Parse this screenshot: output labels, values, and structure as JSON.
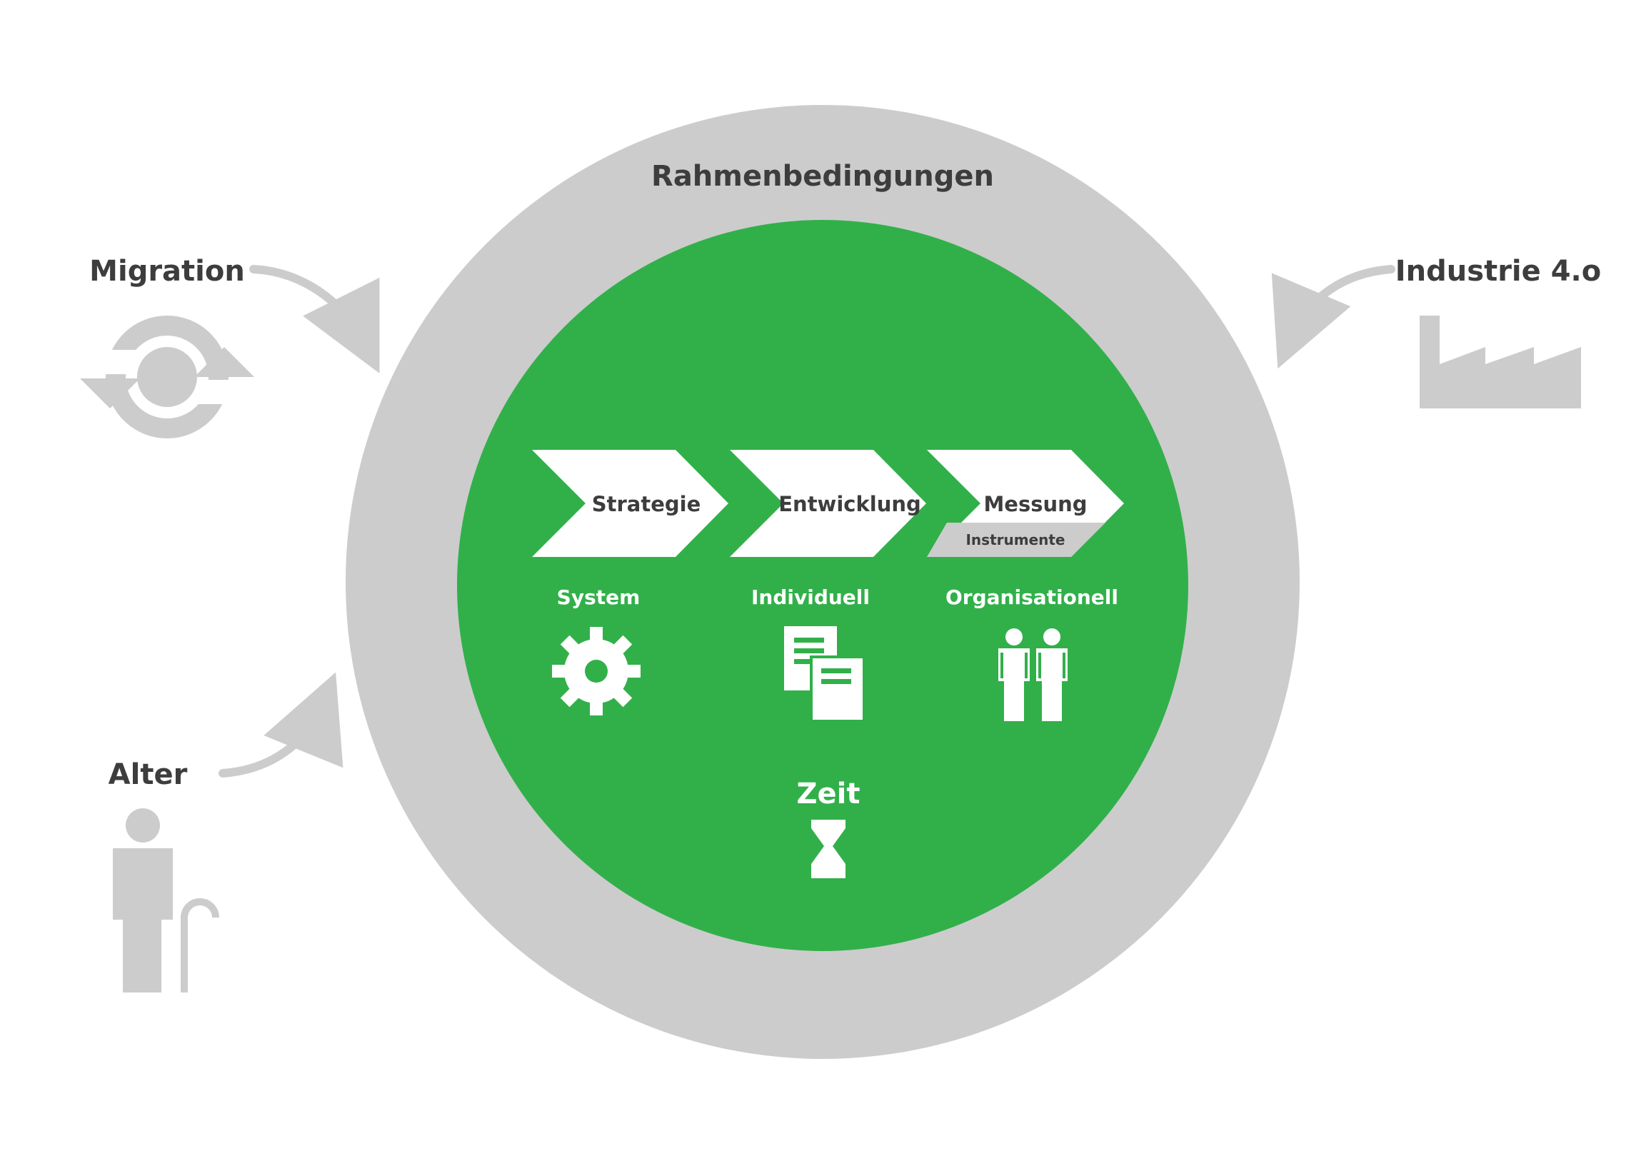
{
  "outer_ring": {
    "label": "Rahmenbedingungen"
  },
  "factors": {
    "migration": {
      "label": "Migration",
      "icon": "refresh-icon"
    },
    "industrie": {
      "label": "Industrie 4.o",
      "icon": "factory-icon"
    },
    "alter": {
      "label": "Alter",
      "icon": "elderly-person-icon"
    }
  },
  "process_steps": [
    {
      "label": "Strategie"
    },
    {
      "label": "Entwicklung"
    },
    {
      "label": "Messung",
      "sublabel": "Instrumente"
    }
  ],
  "levels": [
    {
      "label": "System",
      "icon": "gear-icon"
    },
    {
      "label": "Individuell",
      "icon": "documents-icon"
    },
    {
      "label": "Organisationell",
      "icon": "people-icon"
    }
  ],
  "time": {
    "label": "Zeit",
    "icon": "hourglass-icon"
  },
  "colors": {
    "ring": "#cccccc",
    "core": "#31b04a",
    "text": "#3d3d3d",
    "white": "#ffffff"
  }
}
